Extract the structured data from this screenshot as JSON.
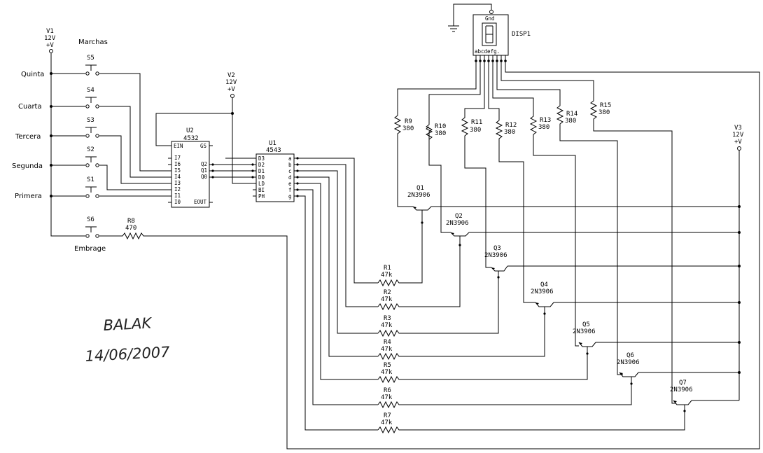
{
  "supplies": {
    "v1": {
      "name": "V1",
      "volt": "12V",
      "sym": "+V"
    },
    "v2": {
      "name": "V2",
      "volt": "12V",
      "sym": "+V"
    },
    "v3": {
      "name": "V3",
      "volt": "12V",
      "sym": "+V"
    }
  },
  "labels": {
    "marchas": "Marchas",
    "embrage": "Embrage",
    "quinta": "Quinta",
    "cuarta": "Cuarta",
    "tercera": "Tercera",
    "segunda": "Segunda",
    "primera": "Primera"
  },
  "switches": [
    "S5",
    "S4",
    "S3",
    "S2",
    "S1",
    "S6"
  ],
  "r8": {
    "name": "R8",
    "value": "470"
  },
  "u2": {
    "name": "U2",
    "part": "4532",
    "pins": {
      "ein": "EIN",
      "gs": "GS",
      "i7": "I7",
      "i6": "I6",
      "i5": "I5",
      "i4": "I4",
      "i3": "I3",
      "i2": "I2",
      "i1": "I1",
      "i0": "I0",
      "eout": "EOUT",
      "q2": "Q2",
      "q1": "Q1",
      "q0": "Q0"
    }
  },
  "u1": {
    "name": "U1",
    "part": "4543",
    "pins": {
      "d3": "D3",
      "d2": "D2",
      "d1": "D1",
      "d0": "D0",
      "ld": "LD",
      "bi": "BI",
      "ph": "PH",
      "a": "a",
      "b": "b",
      "c": "c",
      "d": "d",
      "e": "e",
      "f": "f",
      "g": "g"
    }
  },
  "disp": {
    "name": "DISP1",
    "gnd": "Gnd",
    "segs": "abcdefg."
  },
  "seg_resistors": [
    {
      "name": "R9",
      "value": "380"
    },
    {
      "name": "R10",
      "value": "380"
    },
    {
      "name": "R11",
      "value": "380"
    },
    {
      "name": "R12",
      "value": "380"
    },
    {
      "name": "R13",
      "value": "380"
    },
    {
      "name": "R14",
      "value": "380"
    },
    {
      "name": "R15",
      "value": "380"
    }
  ],
  "transistors": [
    {
      "name": "Q1",
      "part": "2N3906"
    },
    {
      "name": "Q2",
      "part": "2N3906"
    },
    {
      "name": "Q3",
      "part": "2N3906"
    },
    {
      "name": "Q4",
      "part": "2N3906"
    },
    {
      "name": "Q5",
      "part": "2N3906"
    },
    {
      "name": "Q6",
      "part": "2N3906"
    },
    {
      "name": "Q7",
      "part": "2N3906"
    }
  ],
  "base_resistors": [
    {
      "name": "R1",
      "value": "47k"
    },
    {
      "name": "R2",
      "value": "47k"
    },
    {
      "name": "R3",
      "value": "47k"
    },
    {
      "name": "R4",
      "value": "47k"
    },
    {
      "name": "R5",
      "value": "47k"
    },
    {
      "name": "R6",
      "value": "47k"
    },
    {
      "name": "R7",
      "value": "47k"
    }
  ],
  "signature": {
    "name": "BALAK",
    "date": "14/06/2007"
  }
}
